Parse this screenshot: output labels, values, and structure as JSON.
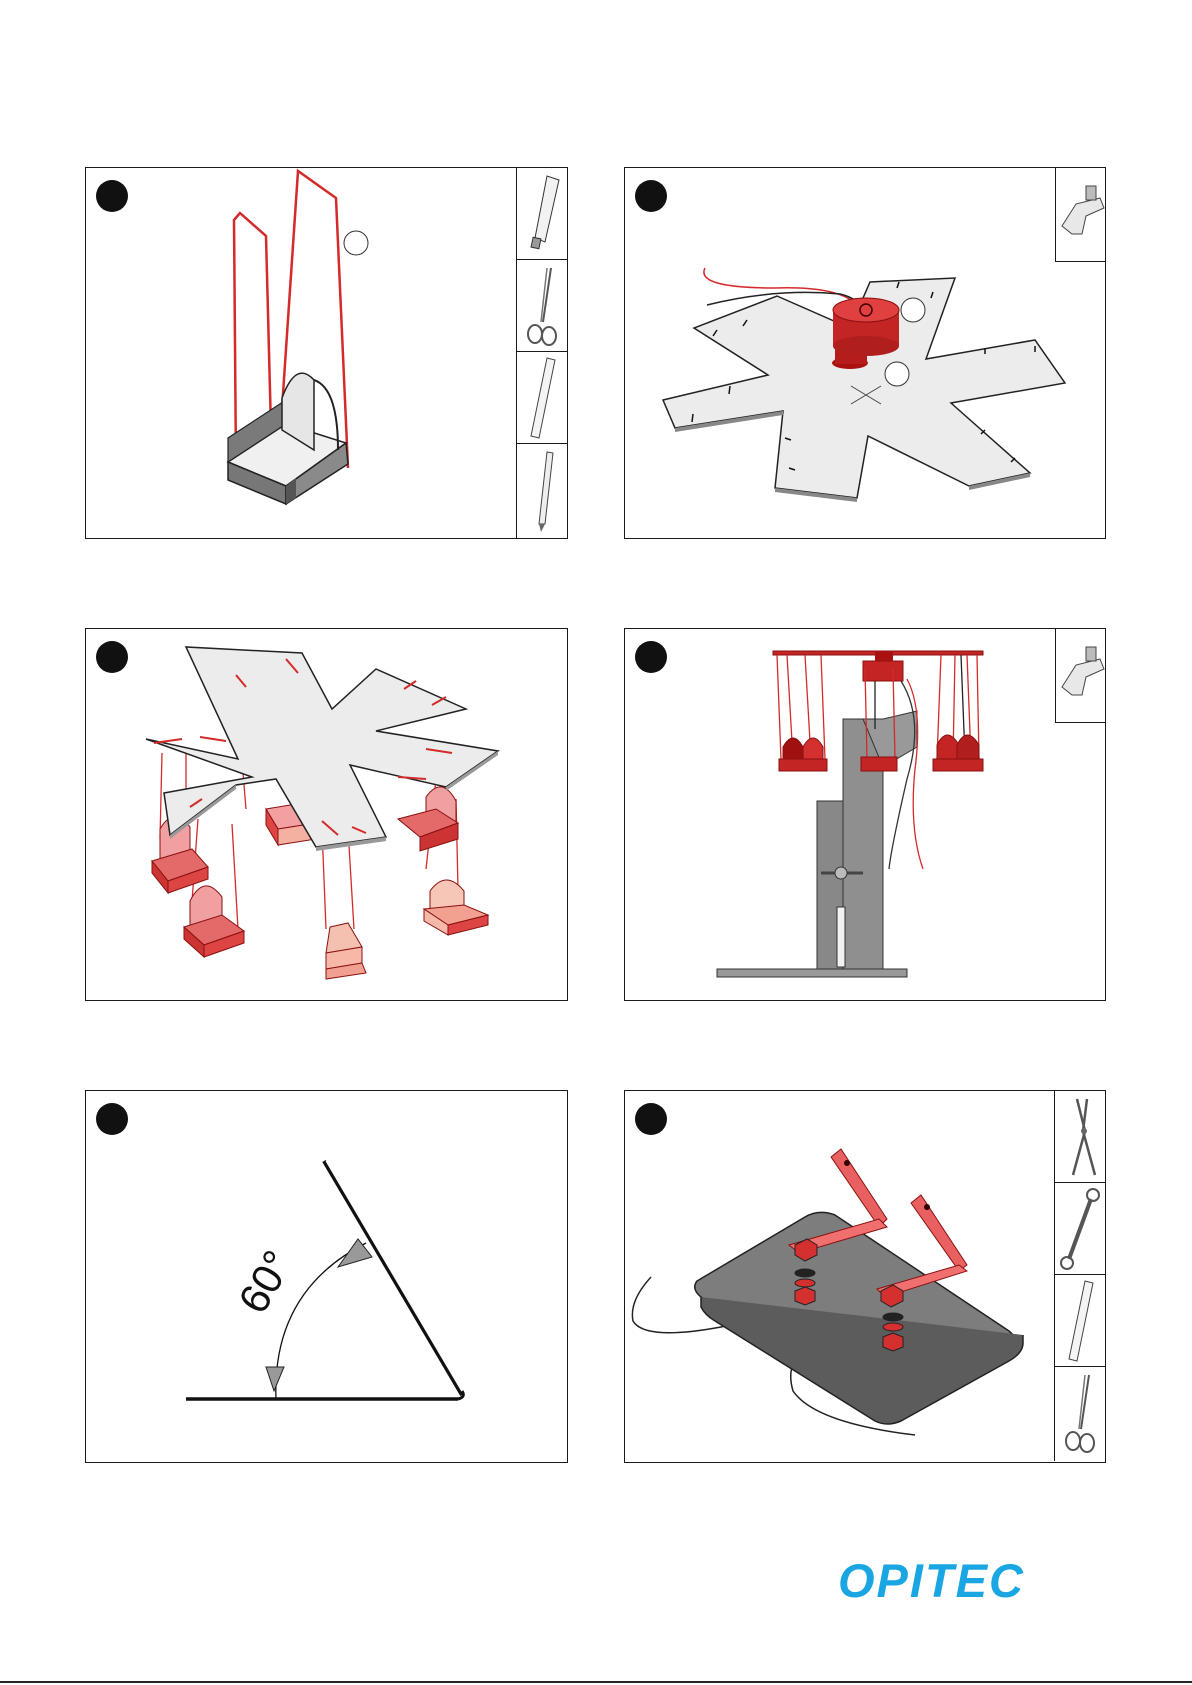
{
  "brand": {
    "logo_text": "OPITEC",
    "logo_color": "#1aa6e2"
  },
  "colors": {
    "accent": "#d42a2a",
    "gray": "#777777",
    "light": "#eeeeee"
  },
  "panels": [
    {
      "step_marker": "step-1",
      "tools": [
        "glue-tube-icon",
        "scissors-icon",
        "ruler-icon",
        "pencil-icon"
      ]
    },
    {
      "step_marker": "step-2",
      "tools": [
        "hot-glue-gun-icon"
      ]
    },
    {
      "step_marker": "step-3",
      "tools": []
    },
    {
      "step_marker": "step-4",
      "tools": [
        "hot-glue-gun-icon"
      ]
    },
    {
      "step_marker": "step-5",
      "tools": [],
      "angle_label": "60°"
    },
    {
      "step_marker": "step-6",
      "tools": [
        "pliers-icon",
        "wrench-icon",
        "ruler-icon",
        "scissors-icon"
      ]
    }
  ]
}
